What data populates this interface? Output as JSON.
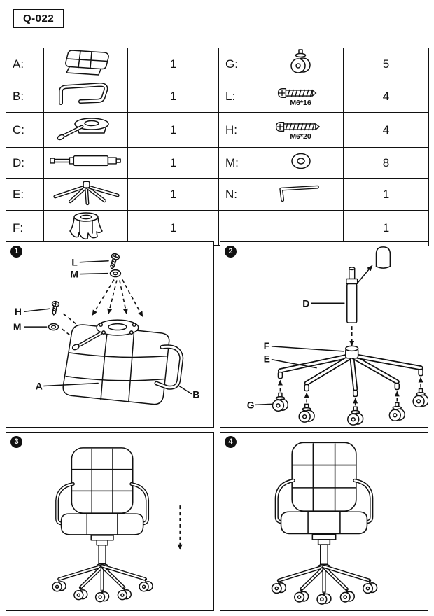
{
  "model_label": "Q-022",
  "parts_table": {
    "rows": [
      {
        "l_letter": "A:",
        "l_icon": "chair-back",
        "l_qty": "1",
        "r_letter": "G:",
        "r_icon": "caster",
        "r_qty": "5"
      },
      {
        "l_letter": "B:",
        "l_icon": "armrest-frame",
        "l_qty": "1",
        "r_letter": "L:",
        "r_icon": "screw-short",
        "r_caption": "M6*16",
        "r_qty": "4"
      },
      {
        "l_letter": "C:",
        "l_icon": "seat-mechanism",
        "l_qty": "1",
        "r_letter": "H:",
        "r_icon": "screw-long",
        "r_caption": "M6*20",
        "r_qty": "4"
      },
      {
        "l_letter": "D:",
        "l_icon": "gas-lift",
        "l_qty": "1",
        "r_letter": "M:",
        "r_icon": "washer",
        "r_qty": "8"
      },
      {
        "l_letter": "E:",
        "l_icon": "five-star-base",
        "l_qty": "1",
        "r_letter": "N:",
        "r_icon": "allen-key",
        "r_qty": "1"
      },
      {
        "l_letter": "F:",
        "l_icon": "boot-cover",
        "l_qty": "1",
        "r_letter": "",
        "r_icon": "",
        "r_qty": "1"
      }
    ]
  },
  "steps": {
    "one": {
      "number": "1",
      "labels": {
        "l": "L",
        "m_top": "M",
        "h": "H",
        "m_side": "M",
        "a": "A",
        "b": "B"
      }
    },
    "two": {
      "number": "2",
      "labels": {
        "d": "D",
        "f": "F",
        "e": "E",
        "g": "G"
      }
    },
    "three": {
      "number": "3"
    },
    "four": {
      "number": "4"
    }
  },
  "colors": {
    "ink": "#111111",
    "paper": "#ffffff"
  }
}
